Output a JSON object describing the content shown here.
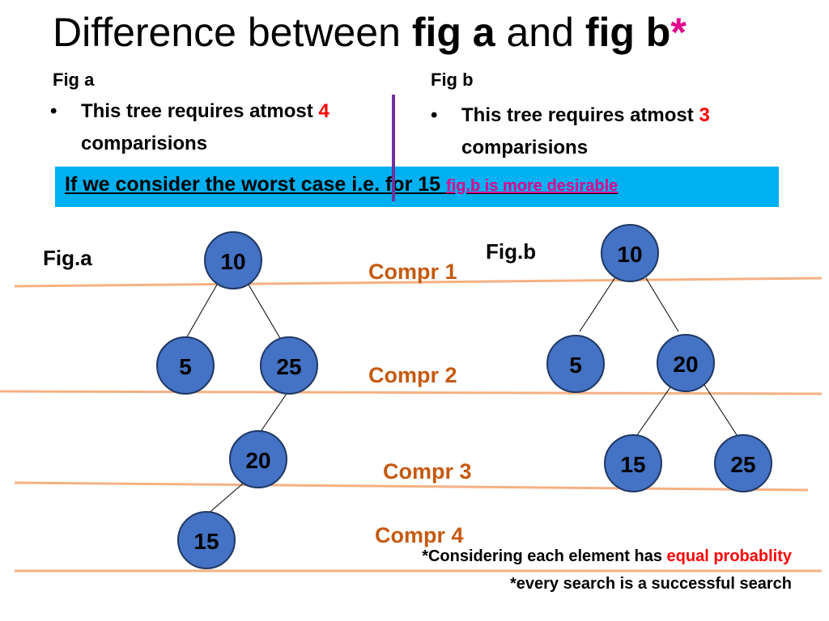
{
  "title": {
    "prefix": "Difference between ",
    "bold_a": "fig a",
    "middle": " and ",
    "bold_b": "fig b",
    "star": "*"
  },
  "left_column": {
    "heading": "Fig a",
    "bullet_text": "This tree requires atmost ",
    "bullet_count": "4",
    "bullet_line2": "comparisions"
  },
  "right_column": {
    "heading": "Fig b",
    "bullet_text": "This tree requires atmost ",
    "bullet_count": "3",
    "bullet_line2": "comparisions"
  },
  "banner": {
    "text": "If we consider the worst case i.e. for 15 ",
    "highlight": "fig.b is more desirable"
  },
  "fig_a": {
    "label": "Fig.a",
    "nodes": [
      "10",
      "5",
      "25",
      "20",
      "15"
    ]
  },
  "fig_b": {
    "label": "Fig.b",
    "nodes": [
      "10",
      "5",
      "20",
      "15",
      "25"
    ]
  },
  "comparisons": [
    "Compr 1",
    "Compr 2",
    "Compr 3",
    "Compr 4"
  ],
  "footnotes": {
    "line1_prefix": "*Considering each element has ",
    "line1_highlight": "equal probablity",
    "line2": "*every search is a successful search"
  },
  "colors": {
    "node_fill": "#4472c4",
    "level_line": "#f4b183",
    "banner": "#00b0f0",
    "divider": "#7030a0",
    "accent_pink": "#e3008c",
    "accent_red": "#ff0000",
    "compr_text": "#c55a11"
  }
}
